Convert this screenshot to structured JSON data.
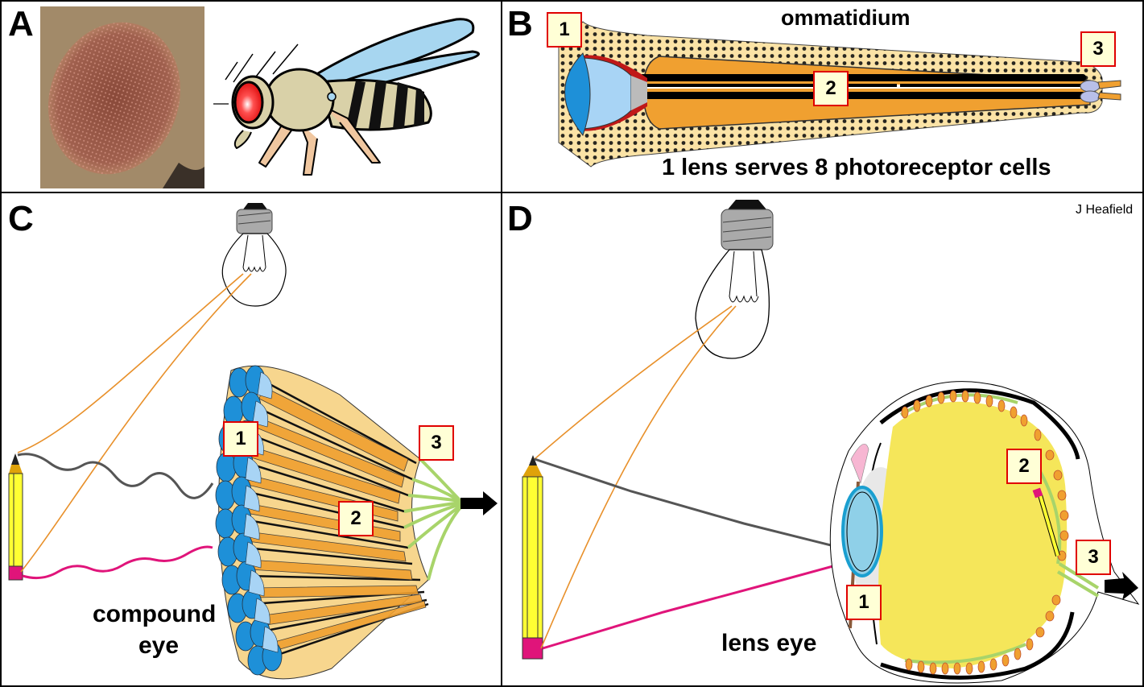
{
  "figure": {
    "credit": "J Heafield",
    "panels": {
      "A": {
        "letter": "A",
        "photo_alt": "compound eye photograph",
        "illustration": "fruit fly"
      },
      "B": {
        "letter": "B",
        "title": "ommatidium",
        "caption": "1 lens serves 8 photoreceptor cells",
        "labels": [
          "1",
          "2",
          "3"
        ]
      },
      "C": {
        "letter": "C",
        "caption_line1": "compound",
        "caption_line2": "eye",
        "labels": [
          "1",
          "2",
          "3"
        ]
      },
      "D": {
        "letter": "D",
        "caption": "lens eye",
        "labels": [
          "1",
          "2",
          "3"
        ]
      }
    }
  },
  "colors": {
    "label_border": "#e00000",
    "label_fill": "#ffffd6",
    "lens_blue": "#1e90d8",
    "light_blue": "#a8d4f5",
    "orange": "#f0a030",
    "tan": "#f7d68e",
    "ray_orange": "#e8902a",
    "ray_gray": "#555555",
    "ray_pink": "#e0147a",
    "nerve_green": "#a8d46a",
    "pencil_yellow": "#ffff33",
    "eraser_pink": "#e0147a",
    "vitreous_yellow": "#f5e65a"
  }
}
